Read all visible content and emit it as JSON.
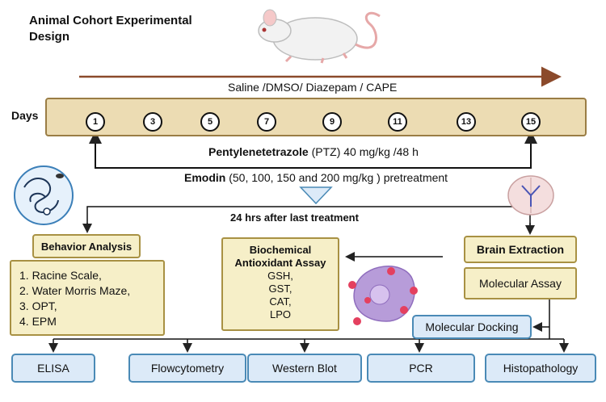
{
  "title": "Animal Cohort Experimental Design",
  "timeline": {
    "label": "Saline /DMSO/ Diazepam / CAPE"
  },
  "days": {
    "label": "Days",
    "values": [
      "1",
      "3",
      "5",
      "7",
      "9",
      "11",
      "13",
      "15"
    ]
  },
  "ptz": {
    "bold": "Pentylenetetrazole",
    "rest": " (PTZ) 40 mg/kg /48 h"
  },
  "emodin": {
    "bold": "Emodin",
    "rest": " (50, 100, 150 and 200 mg/kg ) pretreatment"
  },
  "after_label": "24 hrs after last treatment",
  "behavior": {
    "title": "Behavior Analysis",
    "items": [
      "1.  Racine Scale,",
      "2.  Water Morris Maze,",
      "3.  OPT,",
      "4.  EPM"
    ]
  },
  "biochem": {
    "title_line1": "Biochemical",
    "title_line2": "Antioxidant Assay",
    "items": [
      "GSH,",
      "GST,",
      "CAT,",
      "LPO"
    ]
  },
  "brain": {
    "title": "Brain Extraction",
    "molecular": "Molecular Assay"
  },
  "docking": "Molecular Docking",
  "outputs": [
    "ELISA",
    "Flowcytometry",
    "Western Blot",
    "PCR",
    "Histopathology"
  ],
  "colors": {
    "arrow_brown": "#8b4a2b",
    "tan_fill": "#ecdcb3",
    "blue_fill": "#dceaf8",
    "blue_border": "#4a8ab6"
  },
  "icons": [
    "mouse-icon",
    "maze-icon",
    "brain-icon",
    "cell-icon"
  ]
}
